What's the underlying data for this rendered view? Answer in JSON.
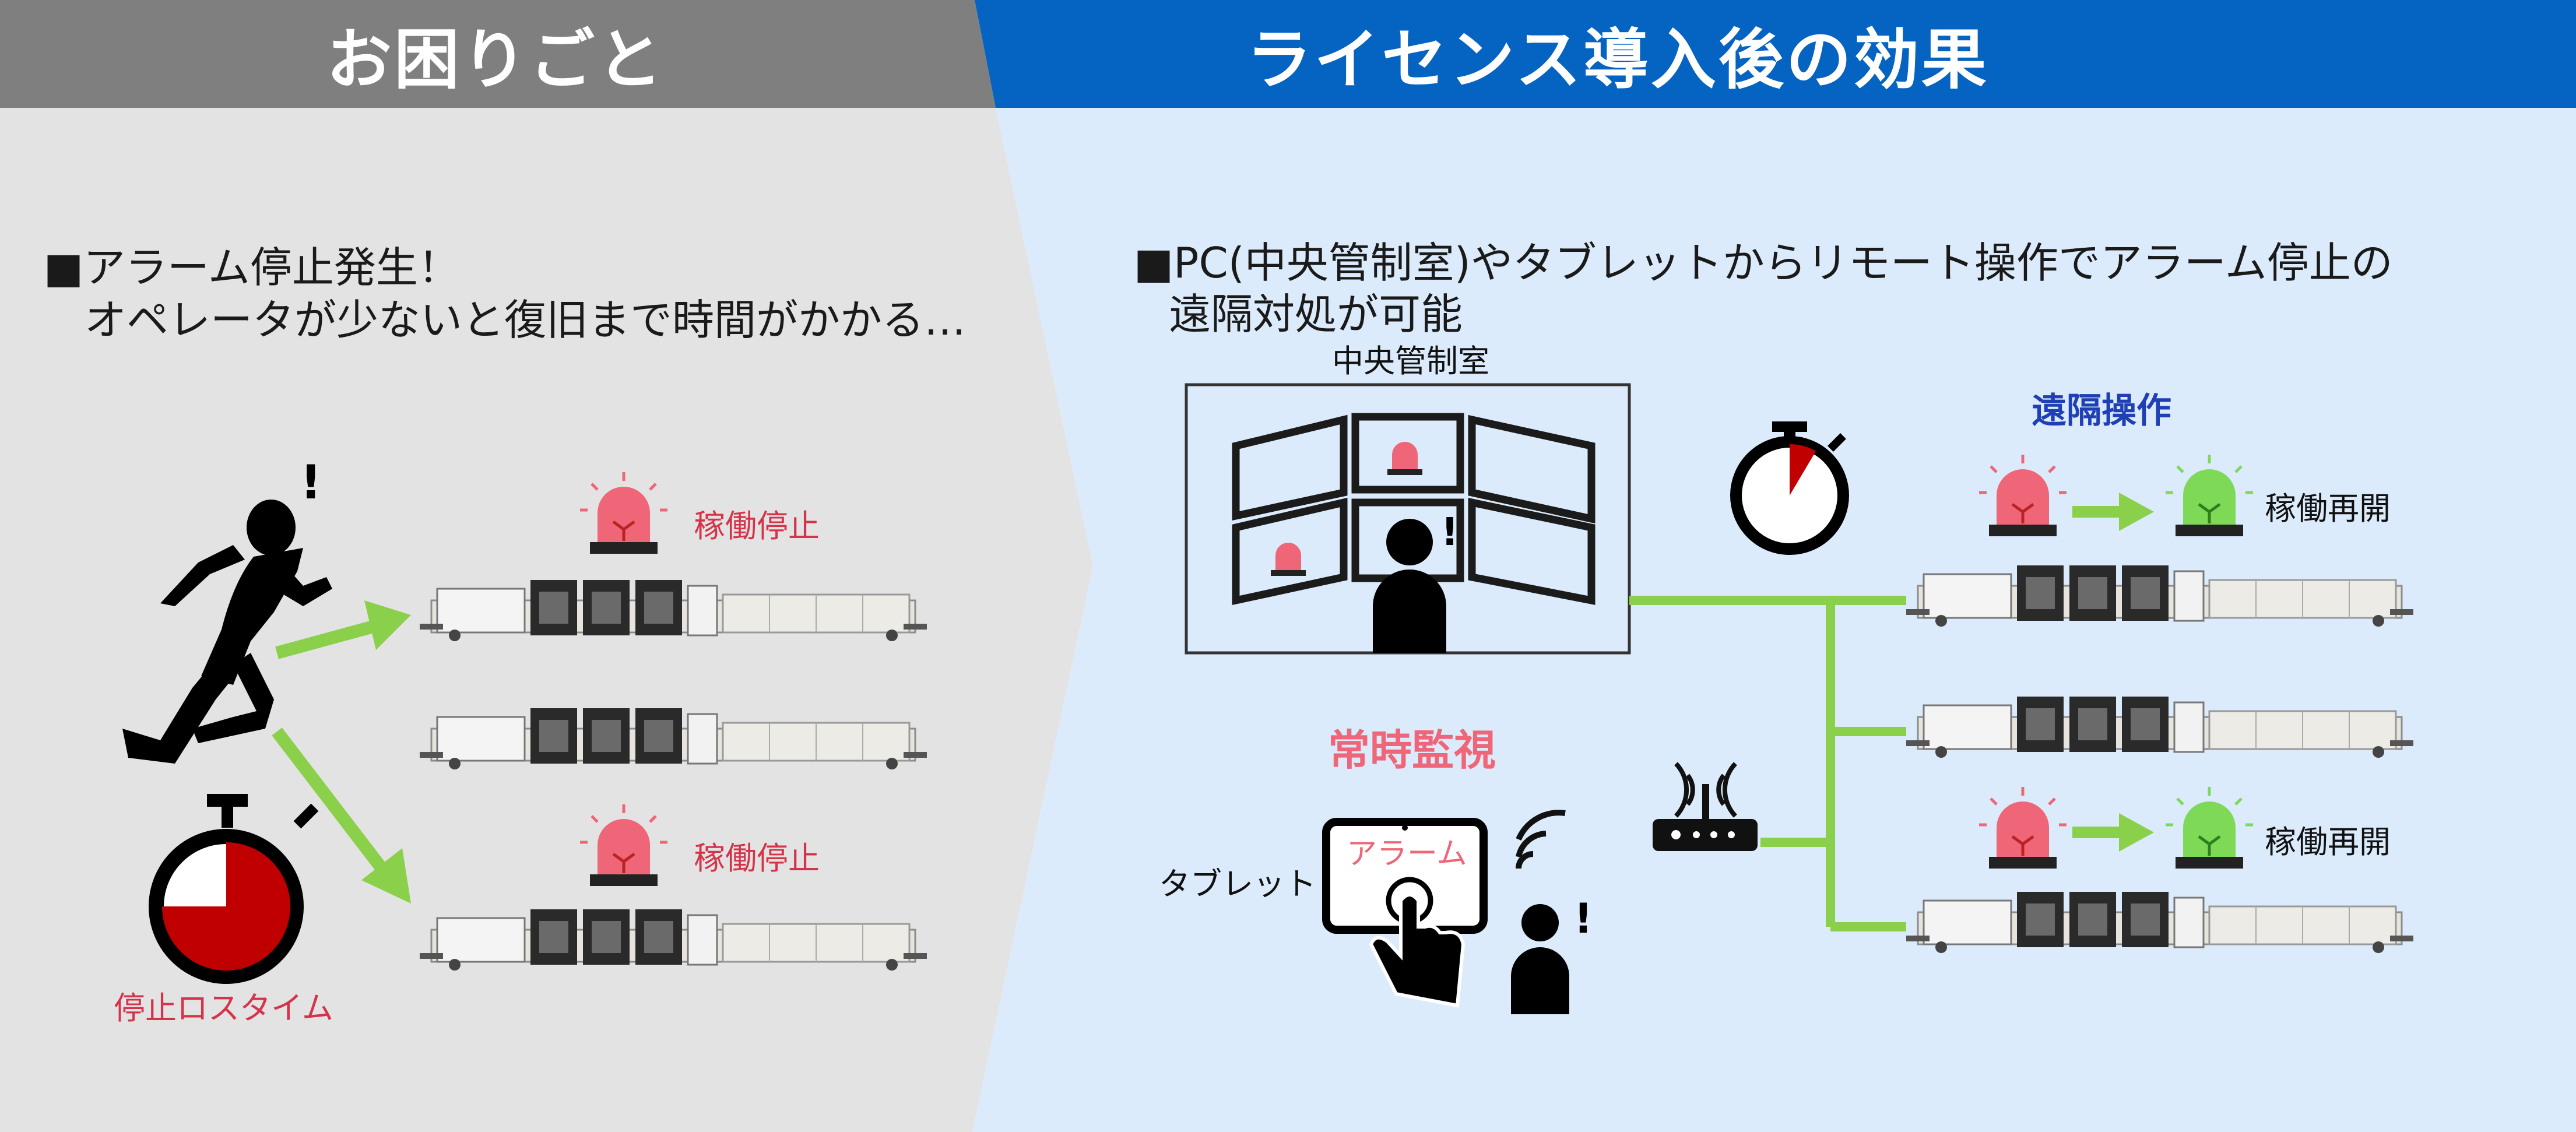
{
  "left_panel": {
    "header": "お困りごと",
    "lead": "■アラーム停止発生！",
    "lead_sub": "オペレータが少ないと復旧まで時間がかかる…",
    "alarm_label_1": "稼働停止",
    "alarm_label_2": "稼働停止",
    "exclaim": "!",
    "loss_label": "停止ロスタイム"
  },
  "right_panel": {
    "header": "ライセンス導入後の効果",
    "lead": "■PC(中央管制室)やタブレットからリモート操作でアラーム停止の",
    "lead_sub": "遠隔対処が可能",
    "control_room_label": "中央管制室",
    "remote_label": "遠隔操作",
    "resume_label_1": "稼働再開",
    "resume_label_2": "稼働再開",
    "monitor_label": "常時監視",
    "tablet_label": "タブレット",
    "tablet_screen_text": "アラーム",
    "exclaim": "!"
  },
  "colors": {
    "left_header": "#7f7f7f",
    "left_bg": "#e3e3e3",
    "right_header": "#0563c1",
    "right_bg": "#dcebfb",
    "arrow_green": "#8bd04a",
    "alarm_red": "#ee6677",
    "alarm_green": "#7ed957",
    "label_red": "#d5334a",
    "label_blue": "#1f3fb4",
    "stopwatch_red": "#c00000"
  }
}
